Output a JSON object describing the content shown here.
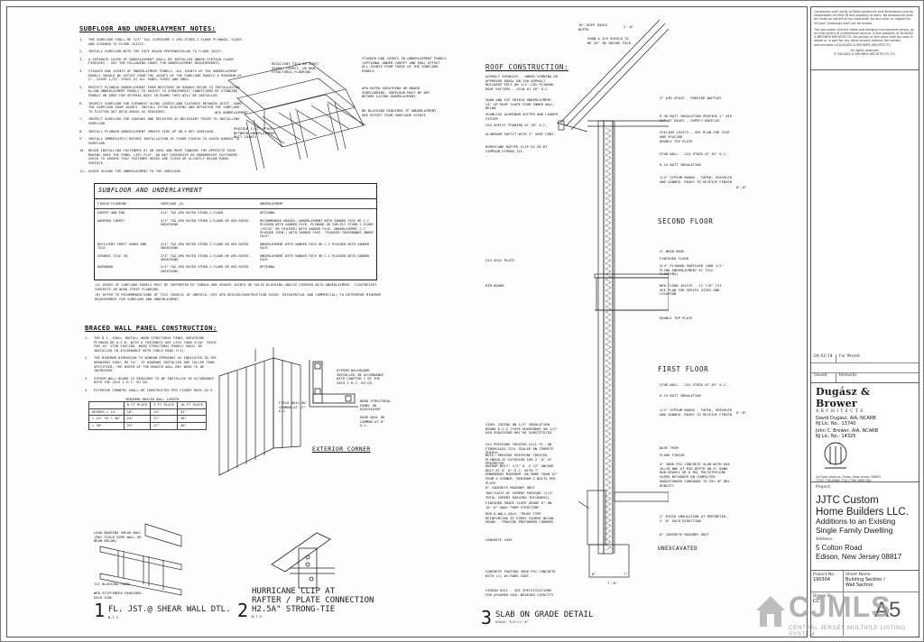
{
  "notes": {
    "title": "SUBFLOOR AND UNDERLAYMENT NOTES:",
    "items": [
      "THE SUBFLOOR SHALL BE 3/4\" T&G (EXPOSURE 1 APA STURD-I-FLOOR PLYWOOD, GLUED AND SCREWED TO FLOOR JOISTS.",
      "INSTALL SUBFLOOR WITH THE FACE GRAIN PERPENDICULAR TO FLOOR JOIST.",
      "A SEPARATE LAYER OF UNDERLAYMENT SHALL BE INSTALLED UNDER CERTAIN FLOOR FINISHES - SEE THE FOLLOWING CHART FOR UNDERLAYMENT REQUIREMENTS.",
      "STAGGER END JOINTS OF UNDERLAYMENT PANELS. ALL JOINTS OF THE UNDERLAYMENT PANELS SHOULD BE OFFSET FROM THE JOINTS OF THE SUBFLOOR PANELS A MINIMUM OF 2\". LEAVE 1/32\" SPACE AT ALL PANEL EDGES AND ENDS.",
      "PROTECT PLYWOOD UNDERLAYMENT FROM MOISTURE OR DAMAGE PRIOR TO INSTALLATION. ALLOW UNDERLAYMENT PANELS TO ADJUST TO ATMOSPHERIC CONDITIONS BY STANDING PANELS ON EDGE FOR SEVERAL DAYS IN ROOMS THEY WILL BE INSTALLED.",
      "INSPECT SUBFLOOR FOR EVENNESS ALONG JOINTS AND FLATNESS BETWEEN JOIST. SAND THE SUBFLOOR SEAM JOINTS. INSTALL EXTRA BLOCKING AND REFASTEN THE SUBFLOOR TO FLATTEN OUT DECK AREAS AS REQUIRED.",
      "INSPECT SUBFLOOR FOR SQUEAKS AND REFASTEN AS NECESSARY PRIOR TO INSTALLING SUBFLOOR.",
      "INSTALL PLYWOOD UNDERLAYMENT SMOOTH SIDE UP ON A DRY SUBFLOOR.",
      "INSTALL IMMEDIATELY BEFORE INSTALLATION OF FLOOR FINISH TO AVOID DAMAGE TO SUBFLOOR.",
      "BEGIN INSTALLING FASTENERS AT AN EDGE AND MOVE TOWARDS THE OPPOSITE EDGE MAKING SURE THE PANEL LIES FLAT. DO NOT OVERDRIVE OR UNDERDRIVE FASTENERS. CHECK TO INSURE THAT FASTENER HEADS ARE FLUSH OR SLIGHTLY BELOW PANEL SURFACE.",
      "AVOID GLUING THE UNDERLAYMENT TO THE SUBFLOOR."
    ]
  },
  "table": {
    "title": "SUBFLOOR AND UNDERLAYMENT",
    "headers": [
      "FINISH FLOORING",
      "SUBFLOOR (A)",
      "UNDERLAYMENT"
    ],
    "rows": [
      [
        "CARPET AND PAD",
        "3/4\" T&G APA RATED STURD-I-FLOOR",
        "OPTIONAL"
      ],
      [
        "ADHERED CARPET",
        "3/4\" T&G APA RATED STURD-I-FLOOR OR APA RATED SHEATHING",
        "RECOMMENDED GRADES: UNDERLAYMENT WITH SANDED FACE OR C-C PLUGGED WITH SANDED FACE. PLYWOOD OR COM-PLY STURD-I-FLOOR (19/32\" OR THICKER) WITH SANDED FACE. UNDERLAYMENT C-C PLUGGED (MIN.) WITH SANDED FACE. \"PLUGGED CROSSBANDS UNDER FACE\"."
      ],
      [
        "RESILIENT SHEET GOODS AND TILE",
        "3/4\" T&G APA RATED STURD-I-FLOOR OR APA RATED SHEATHING",
        "UNDERLAYMENT WITH SANDED FACE OR C-C PLUGGED WITH SANDED FACE."
      ],
      [
        "CERAMIC TILE (B)",
        "3/4\" T&G APA RATED STURD-I-FLOOR OR APA RATED SHEATHING",
        "UNDERLAYMENT WITH SANDED FACE OR C-C PLUGGED WITH SANDED FACE."
      ],
      [
        "HARDWOOD",
        "3/4\" T&G APA RATED STURD-I-FLOOR OR APA RATED SHEATHING",
        "OPTIONAL"
      ]
    ],
    "footnotes": [
      "(A) EDGES OF SUBFLOOR PANELS MUST BE SUPPORTED BY TONGUE AND GROOVE JOINTS OR SOLID BLOCKING UNLESS COVERED WITH UNDERLAYMENT. LIGHTWEIGHT CONCRETE OR WOOD STRIP FLOORING.",
      "(B) REFER TO RECOMMENDATIONS OF TILE COUNCIL OF AMERICA (SEE APA DESIGN/CONSTRUCTION GUIDE, RESIDENTIAL AND COMMERCIAL) TO DETERMINE MINIMUM REQUIREMENT FOR SUBFLOOR AND UNDERLAYMENT."
    ]
  },
  "subfloor_callouts": {
    "c1": "RESILIENT TILE OR SHEET GOODS, CARPET, OR NON-STRUCTURAL FLOORING",
    "c2": "STAGGER END JOINTS IN UNDERLAYMENT PANELS (OPTIONAL UNDER CARPET AND PAD) OFFSET ALL JOINTS FROM THOSE OF THE SUBFLOOR PANELS",
    "c3": "APA UNDERLAYMENT",
    "c4": "APA RATED SHEATHING OR BOARD SUBFLOORING. SUBFLOOR MUST BE DRY BEFORE LAYING UNDERLAYMENT",
    "c5": "PROVIDE 1/32\" SPACE BETWEEN UNDERLAYMENT BUTT JOINTS",
    "c6": "NO BLOCKING REQUIRED IF UNDERLAYMENT ARE OFFSET FROM SUBFLOOR JOINTS"
  },
  "braced": {
    "title": "BRACED WALL PANEL CONSTRUCTION:",
    "items": [
      "THE B.C. SHALL INSTALL WOOD STRUCTURAL PANEL SHEATHING PLYWOOD OR O.S.B. WITH A THICKNESS NOT LESS THAN 5/16\" THICK FOR 16\" STUD SPACING. WOOD STRUCTURAL PANELS SHALL BE INSTALLED IN ACCORDANCE WITH TABLE R602.3(3).",
      "THE MINIMUM DIMENSION TO WINDOW OPENINGS AS INDICATED IN THE DRAWINGS SHALL BE 24\". IF WINDOWS INSTALLED ARE TALLER THAN SPECIFIED, THE WIDTH OF THE BRACED WALL MAY NEED TO BE INCREASED.",
      "GYPSUM WALL BOARD IS REQUIRED TO BE INSTALLED IN ACCORDANCE WITH THE 2015 I.R.C. NJ ED.",
      "EXTERIOR CORNERS SHALL BE CONSTRUCTED PER FIGURE R602.10.5"
    ],
    "minitable_title": "MINIMUM BRACED WALL LENGTH",
    "minitable_headers": [
      "",
      "8 FT PLATE",
      "9 FT PLATE",
      "10 FT PLATE"
    ],
    "minitable_rows": [
      [
        "HEADER < 24\"",
        "16\"",
        "24\"",
        "32\""
      ],
      [
        "> 24\" TO < 30\"",
        "24\"",
        "27\"",
        "30\""
      ],
      [
        "> 30\"",
        "24\"",
        "27\"",
        "30\""
      ]
    ]
  },
  "exterior_corner": "EXTERIOR CORNER",
  "corner_callouts": {
    "a": "GYPSUM WALLBOARD INSTALLED IN ACCORDANCE WITH CHAPTER 7 OF THE 2015 I.R.C. NJ ED.",
    "b": "FIELD NAIL 8d COMMON AT 12\" O.C.",
    "c": "WOOD STRUCTURAL PANEL OR EQUIVALENT",
    "d": "EDGE NAIL 8d COMMON AT 6\" O.C."
  },
  "detail1": {
    "num": "1",
    "title": "FL. JST.@ SHEAR WALL DTL.",
    "scale": "N.T.S.",
    "c1": "LOAD BEARING SHEAR WALL (MAY STACK OVER WALL OR BEAM BELOW)",
    "c2": "TJI BLOCKING PANEL",
    "c3": "WEB STIFFENERS REQUIRED EACH SIDE"
  },
  "detail2": {
    "num": "2",
    "title1": "HURRICANE CLIP AT",
    "title2": "RAFTER / PLATE CONNECTION",
    "title3": "H2.5A\" STRONG-TIE",
    "scale": "N.T.S."
  },
  "detail3": {
    "num": "3",
    "title": "SLAB ON GRADE DETAIL",
    "scale": "SCALE: 3/4\"=1'-0\""
  },
  "roof": {
    "title": "ROOF CONSTRUCTION:",
    "left_callouts": [
      "ASPHALT SHINGLES - OWENS CORNING OR APPROVED EQUAL ON 15# ASPHALT BUILDERS FELT ON 1/2\" CDX PLYWOOD",
      "ROOF RAFTERS - 2X10 AT 16\" O.C.",
      "SNOW AND ICE SHIELD UNDERLAYMENT 24\" UP ROOF SLOPE FROM INNER WALL BELOW",
      "SEAMLESS ALUMINUM GUTTER AND LEADER SYSTEM",
      "2X4 SOFFIT FRAMING AT 16\" O.C.",
      "ALUMINUM SOFFIT WITH 2\" VENT CONT.",
      "HURRICANE RAFTER CLIP H2.5A BY SIMPSON STRONG TIE"
    ],
    "top_callouts": [
      "16\" DEEP EAVES DEPTH",
      "2'-0\"",
      "SNOW & ICE SHIELD TO BE 24\" IN INSIDE FACE"
    ],
    "right_callouts": [
      "3\" AIR SPACE - PROVIDE BAFFLES",
      "R-38 BATT INSULATION PROVIDE 2\" AIR GAP AT EAVES - SUPPLY BAFFLES",
      "CEILING JOISTS - SEE PLAN FOR SIZE AND SPACING",
      "DOUBLE TOP PLATE",
      "STUD WALL - 2X4 STUDS AT 16\" O.C.",
      "R-15 BATT INSULATION",
      "1/2\" GYPSUM BOARD - TAPED, SPACKLED AND SANDED. READY TO RECEIVE FINISH"
    ],
    "dim1": "8'-0\""
  },
  "second_floor": {
    "title": "SECOND FLOOR",
    "left": [
      "2X4 SOLE PLATE",
      "RIM BOARD"
    ],
    "right": [
      "4\" WOOD BASE",
      "FINISHED FLOOR",
      "3/4\" PLYWOOD SUBFLOOR (ADD 1/2\" PLYWD UNDERLAYMENT AT TILE FLOORING)",
      "NEW FLOOR JOISTS - 11 7/8\" TJI - SEE PLAN FOR SERIES SIZES AND LOCATION",
      "DOUBLE TOP PLATE"
    ]
  },
  "first_floor": {
    "title": "FIRST FLOOR",
    "dim": "9'-0\"",
    "right": [
      "STUD WALL - 2X4 STUDS AT 16\" O.C.",
      "R-15 BATT INSULATION",
      "1/2\" GYPSUM BOARD - TAPED, SPACKLED AND SANDED. READY TO RECEIVE FINISH",
      "BASE TRIM",
      "FLOOR FINISH",
      "4\" 3000 PSI CONCRETE SLAB WITH 6X6 10/10 WWF AT MID-DEPTH ON 4\" BANK RUN GRAVEL OR 6 MIL POLYETHYLENE VAPOR RETARDER ON COMPACTED UNDISTURBED SUBGRADE TO 95% OF DRY DENSITY",
      "2\" RIGID INSULATION AT PERIMETER, 2'-0\" EACH DIRECTION",
      "8\" CONCRETE MASONRY UNIT"
    ],
    "left": [
      "VINYL SIDING ON 1/2\" INSULATION BOARD R-2.5 TYVEK HOUSEWRAP ON 1/2\" OSB SHEATHING MAY BE SUBSTITUTED",
      "2X4 PRESSURE TREATED SILL PL. ON FIBERGLASS SILL SEALER ON TERMITE SHIELD",
      "NOTE: PROVIDE PRESSURE TREATED PLYWOOD AT EXTERIOR FOR 2'-0\" AT PERIMETER",
      "ANCHOR BOLT: 1/2\" D. X 12\" ANCHOR BOLT AT 6'-0\" O.C. WITH 7\" EMBEDMENT MINIMUM. NO MORE THAN 12\" FROM A CORNER. MINIMUM 2 BOLTS PER PLATE",
      "8\" CONCRETE MASONRY UNIT",
      "TWO COATS OF CEMENT PARGING (1/2\" TOTAL CEMENT PARGING THICKNESS)",
      "FINISHED GRADE SLOPE GRADE 6\" ON 10'-0\" AWAY FROM STRUCTURE",
      "DUR-O-WALL GALV. TRUSS TYPE REINFORCING AT EVERY COURSE BELOW GRADE - PROVIDE PREFORMED CORNERS",
      "CONCRETE COVE",
      "CONCRETE FOOTING 3000 PSI CONCRETE WITH (2) #4 RODS CONT.",
      "VIRGIN SOIL - SEE SPECIFICATIONS FOR ASSUMED SOIL BEARING CAPACITY"
    ],
    "unexcavated": "UNEXCAVATED",
    "foot_dims": [
      "8\"",
      "7\"",
      "7'-8\""
    ]
  },
  "titleblock": {
    "disclaimer": "Contractor shall verify all field conditions and dimensions and be responsible for field fit and quantity of work. No allowances shall be made on behalf of the contractor for any error or neglect on his part. Drawings shall not be scaled.",
    "copyright": "The document and the ideas and designs incorporated herein, as an instrument of professional service, is the property of DUGASZ & BROWER ARCHITECTS. No portion of this work shall be used in whole or in part for any other project without the written authorization of DUGASZ & BROWER ARCHITECTS.",
    "rights": "All rights reserved.",
    "rights2": "© DUGASZ & BROWER ARCHITECTS, P.C.",
    "rev_date": "04-02-19",
    "rev_desc": "For Permit",
    "issued_label": "Issued",
    "remarks_label": "Remarks",
    "firm": "Dugász & Brower",
    "firm_sub": "ARCHITECTS",
    "architect1": "David Dugasz, AIA, NCARB",
    "lic1": "NJ Lic. No.: 13740",
    "architect2": "John C. Brower, AIA, NCARB",
    "lic2": "NJ Lic. No.: 14325",
    "address": "24 Egan Avenue, Fords, New Jersey 08863",
    "phones": "(732) 738-9088        (732) 738-9089 FAX",
    "project_label": "Project:",
    "project1": "JJTC Custom",
    "project2": "Home Builders LLC.",
    "desc1": "Additions to an Existing",
    "desc2": "Single Family Dwelling",
    "address_label": "Address:",
    "addr1": "5 Colton Road",
    "addr2": "Edison, New Jersey 08817",
    "projno_label": "Project No.",
    "projno": "190304",
    "sheetname_label": "Sheet Name",
    "sheetname1": "Building Section /",
    "sheetname2": "Wall Section",
    "drawnby_label": "Drawn By",
    "drawnby": "CC",
    "sheet_no": "A5"
  },
  "watermark": {
    "brand": "CJMLS",
    "line1": "CENTRAL JERSEY MULTIPLE LISTING SYSTEM"
  },
  "colors": {
    "ink": "#1a1a1a",
    "watermark": "#9a9a9a"
  }
}
